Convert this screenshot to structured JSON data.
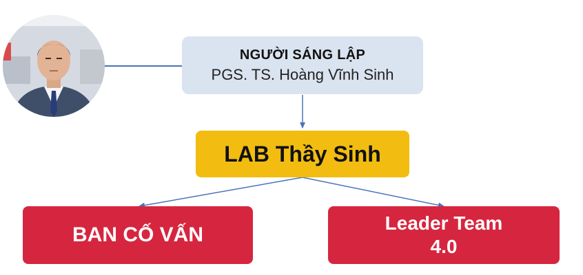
{
  "founder": {
    "title": "NGƯỜI SÁNG LẬP",
    "name": "PGS. TS. Hoàng Vĩnh Sinh"
  },
  "lab": {
    "label": "LAB Thầy Sinh"
  },
  "branches": {
    "advisory": "BAN CỐ VẤN",
    "leader_line1": "Leader Team",
    "leader_line2": "4.0"
  },
  "colors": {
    "founder_box": "#dae3f0",
    "lab_box": "#f2bd10",
    "branch_box": "#d6263f",
    "connector": "#4a72b8"
  },
  "icons": {
    "founder_photo": "person-portrait"
  }
}
